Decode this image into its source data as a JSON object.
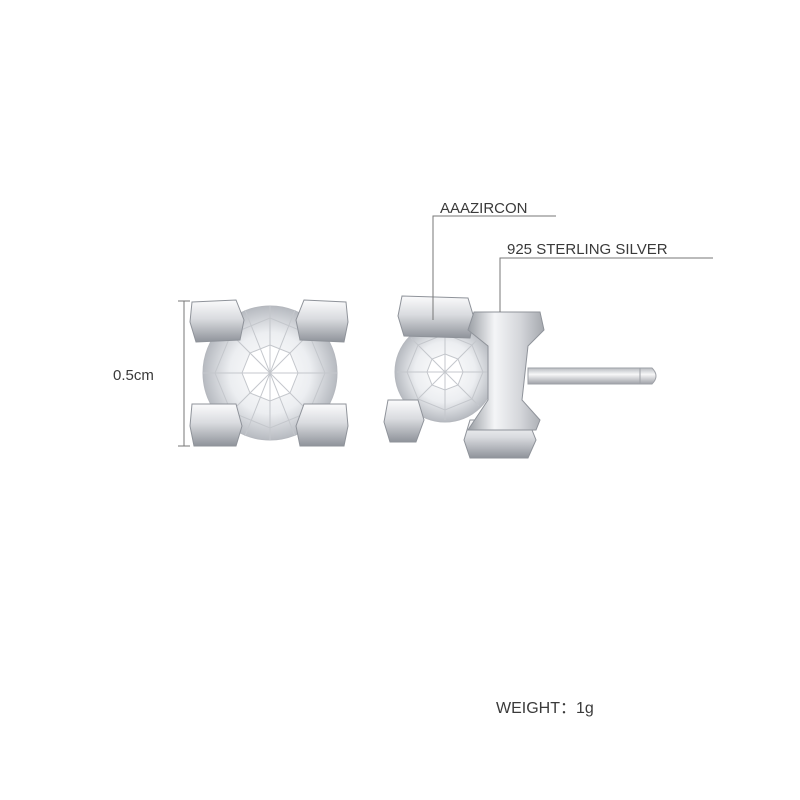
{
  "annotations": {
    "stone_label": "AAAZIRCON",
    "metal_label": "925 STERLING SILVER",
    "size_label": "0.5cm",
    "weight_label": "WEIGHT：",
    "weight_value": "1g"
  },
  "colors": {
    "background": "#ffffff",
    "annotation_line": "#777777",
    "text": "#3a3a3a",
    "silver_light": "#f4f5f7",
    "silver_dark": "#8f939a"
  }
}
